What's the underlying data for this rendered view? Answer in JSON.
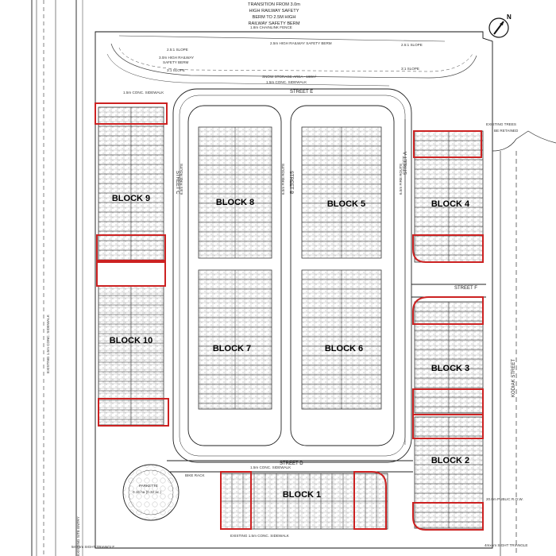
{
  "title_note": [
    "TRANSITION FROM 3.0m",
    "HIGH RAILWAY SAFETY",
    "BERM TO 2.5M HIGH",
    "RAILWAY SAFETY BERM"
  ],
  "north_label": "N",
  "colors": {
    "highlight": "#cc2222",
    "linework": "#222222",
    "background": "#ffffff"
  },
  "blocks": [
    {
      "id": "block-1",
      "label": "BLOCK 1"
    },
    {
      "id": "block-2",
      "label": "BLOCK 2"
    },
    {
      "id": "block-3",
      "label": "BLOCK 3"
    },
    {
      "id": "block-4",
      "label": "BLOCK 4"
    },
    {
      "id": "block-5",
      "label": "BLOCK 5"
    },
    {
      "id": "block-6",
      "label": "BLOCK 6"
    },
    {
      "id": "block-7",
      "label": "BLOCK 7"
    },
    {
      "id": "block-8",
      "label": "BLOCK 8"
    },
    {
      "id": "block-9",
      "label": "BLOCK 9"
    },
    {
      "id": "block-10",
      "label": "BLOCK 10"
    }
  ],
  "streets": {
    "a": "STREET A",
    "b": "STREET B",
    "c": "STREET C",
    "d": "STREET D",
    "e": "STREET E",
    "f": "STREET F",
    "kodiak": "KODIAK STREET"
  },
  "notes": {
    "chainlink": "1.8m CHAINLINK FENCE",
    "berm": "2.5m HIGH RAILWAY SAFETY BERM",
    "berm_left_1": "3.0m HIGH RAILWAY",
    "berm_left_2": "SAFETY BERM",
    "slope_1": "2.5:1 SLOPE",
    "slope_2": "2.5:1 SLOPE",
    "slope_3": "3:1 SLOPE",
    "slope_4": "3:1 SLOPE",
    "snow": "SNOW STORAGE AREA - 160m²",
    "sidewalk_top": "1.5m CONC. SIDEWALK",
    "sidewalk_left": "1.5m CONC. SIDEWALK",
    "sidewalk_bottom": "1.5m CONC. SIDEWALK",
    "sidewalk_existing": "EXISTING 1.5m CONC. SIDEWALK",
    "existing_trees": "EXISTING TREES",
    "be_retained": "BE RETAINED",
    "parkette": "PARKETTE",
    "parkette_area": "0.15 ha (0.32 ac.)",
    "bike_rack": "BIKE RACK",
    "fire_route_c": "6.5m FIRE ROUTE",
    "fire_route_b": "6.5m FIRE ROUTE",
    "fire_route_a": "6.5m FIRE ROUTE",
    "sight_left": "5mx5m SIGHT TRIANGLE",
    "sight_right": "4mx4m SIGHT TRIANGLE",
    "public_row": "20.0m PUBLIC R.O.W.",
    "site_entry": "EXISTING SITE ENTRY",
    "road_left": "EXISTING 1.5m CONC. SIDEWALK"
  }
}
